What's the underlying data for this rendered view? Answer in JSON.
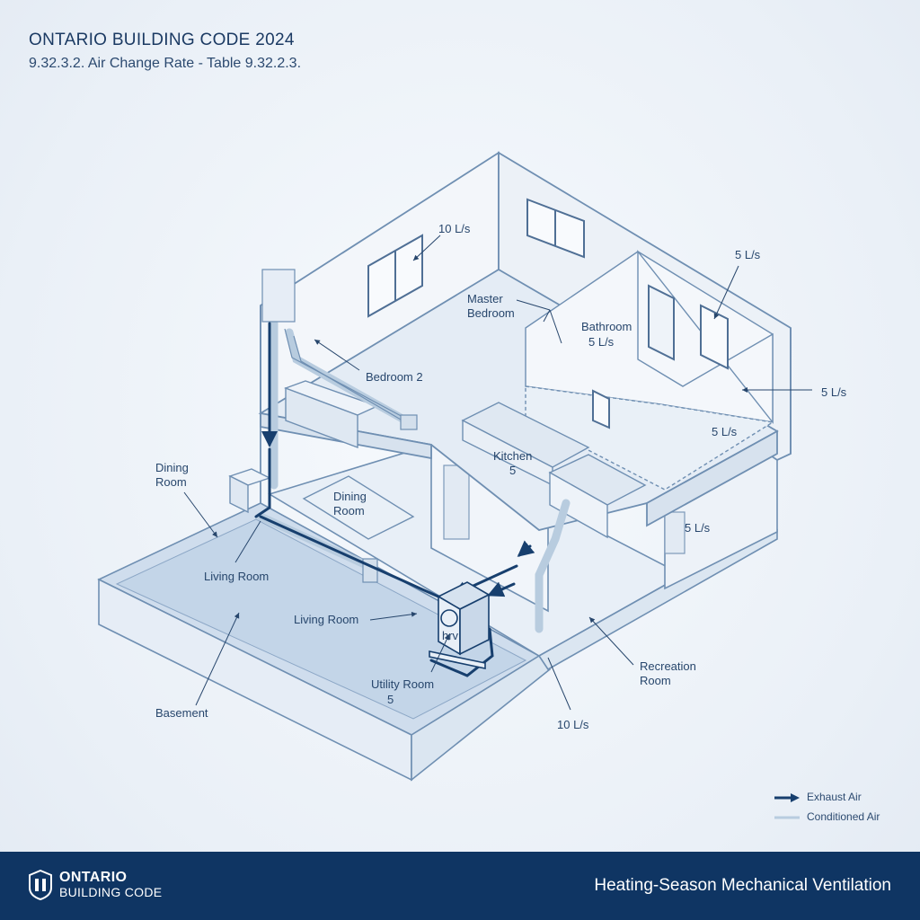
{
  "header": {
    "title": "ONTARIO BUILDING CODE 2024",
    "subtitle": "9.32.3.2. Air Change Rate - Table 9.32.2.3."
  },
  "labels": {
    "bedroom2_rate": "10 L/s",
    "bedroom2": "Bedroom 2",
    "master_bedroom": "Master Bedroom",
    "bathroom": "Bathroom",
    "bathroom_rate": "5 L/s",
    "rate_top_right": "5 L/s",
    "rate_right": "5 L/s",
    "rate_upper_right_room": "5 L/s",
    "rate_lower_right": "5 L/s",
    "kitchen": "Kitchen",
    "kitchen_rate": "5",
    "dining_room_ext": "Dining Room",
    "dining_room": "Dining Room",
    "living_room_1": "Living Room",
    "living_room_2": "Living Room",
    "utility_room": "Utility Room",
    "utility_rate": "5",
    "basement": "Basement",
    "recreation_room": "Recreation Room",
    "rec_rate": "10 L/s",
    "unit_text": "hrv"
  },
  "legend": {
    "exhaust": "Exhaust Air",
    "conditioned": "Conditioned Air"
  },
  "colors": {
    "exhaust": "#173f6e",
    "conditioned": "#b8ccdf"
  },
  "footer": {
    "logo_line1": "ONTARIO",
    "logo_line2": "BUILDING CODE",
    "caption": "Heating-Season Mechanical Ventilation"
  }
}
